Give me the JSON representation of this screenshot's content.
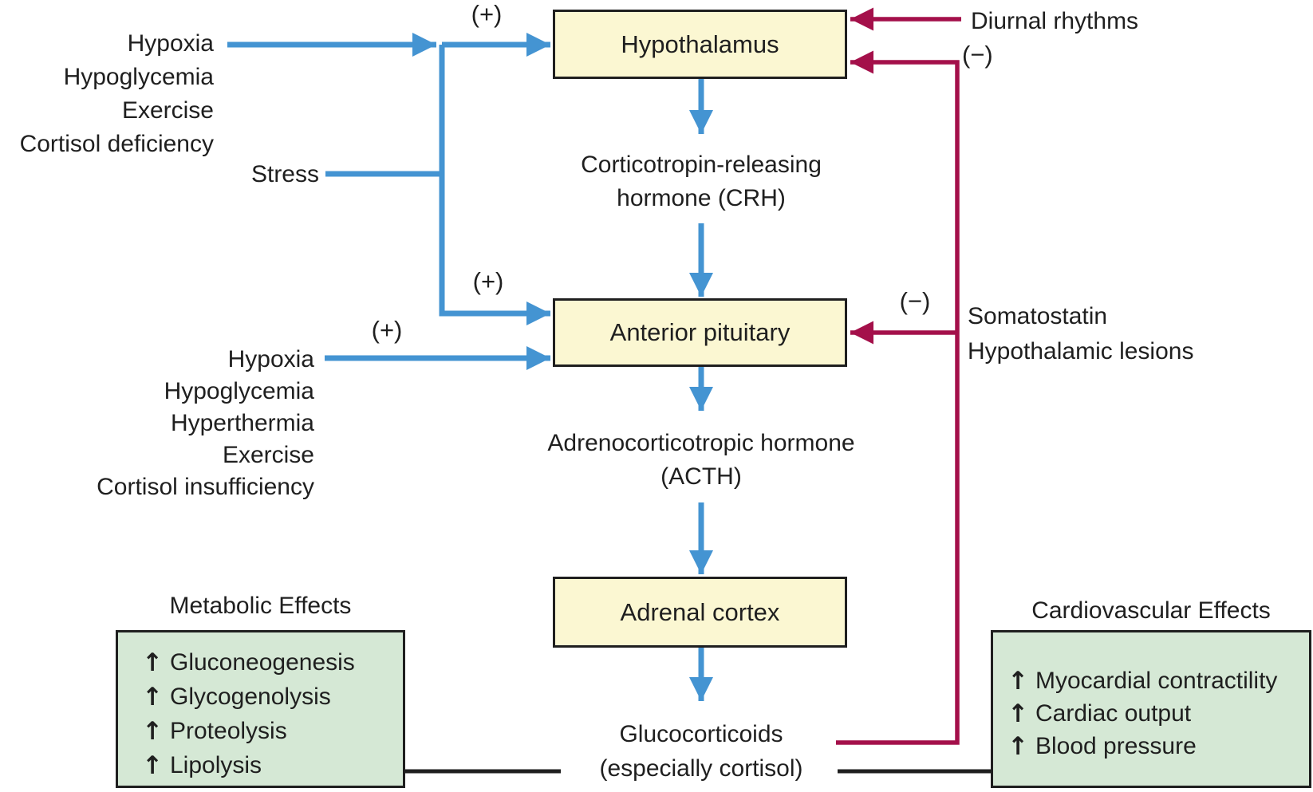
{
  "boxes": {
    "hypothalamus": "Hypothalamus",
    "anterior_pituitary": "Anterior pituitary",
    "adrenal_cortex": "Adrenal cortex"
  },
  "hormones": {
    "crh_line1": "Corticotropin-releasing",
    "crh_line2": "hormone (CRH)",
    "acth_line1": "Adrenocorticotropic hormone",
    "acth_line2": "(ACTH)",
    "gluco_line1": "Glucocorticoids",
    "gluco_line2": "(especially cortisol)"
  },
  "stimuli_hypothalamus": {
    "items": [
      "Hypoxia",
      "Hypoglycemia",
      "Exercise",
      "Cortisol deficiency"
    ],
    "stress": "Stress"
  },
  "stimuli_pituitary": {
    "items": [
      "Hypoxia",
      "Hypoglycemia",
      "Hyperthermia",
      "Exercise",
      "Cortisol insufficiency"
    ]
  },
  "signs": {
    "plus_hypothalamus": "(+)",
    "plus_pituitary_upper": "(+)",
    "plus_pituitary_lower": "(+)",
    "minus_diurnal": "(−)",
    "minus_feedback": "(−)"
  },
  "inhibitors": {
    "diurnal": "Diurnal rhythms",
    "line1": "Somatostatin",
    "line2": "Hypothalamic lesions"
  },
  "metabolic_effects": {
    "title": "Metabolic Effects",
    "items": [
      "Gluconeogenesis",
      "Glycogenolysis",
      "Proteolysis",
      "Lipolysis"
    ]
  },
  "cardiovascular_effects": {
    "title": "Cardiovascular Effects",
    "items": [
      "Myocardial contractility",
      "Cardiac output",
      "Blood pressure"
    ]
  },
  "icons": {
    "increase": "↑"
  },
  "colors": {
    "node_fill": "#FBF7D2",
    "effects_fill": "#D5E8D5",
    "stimulate_blue": "#4494D2",
    "inhibit_maroon": "#A4104A",
    "line_black": "#1F1F1F"
  }
}
